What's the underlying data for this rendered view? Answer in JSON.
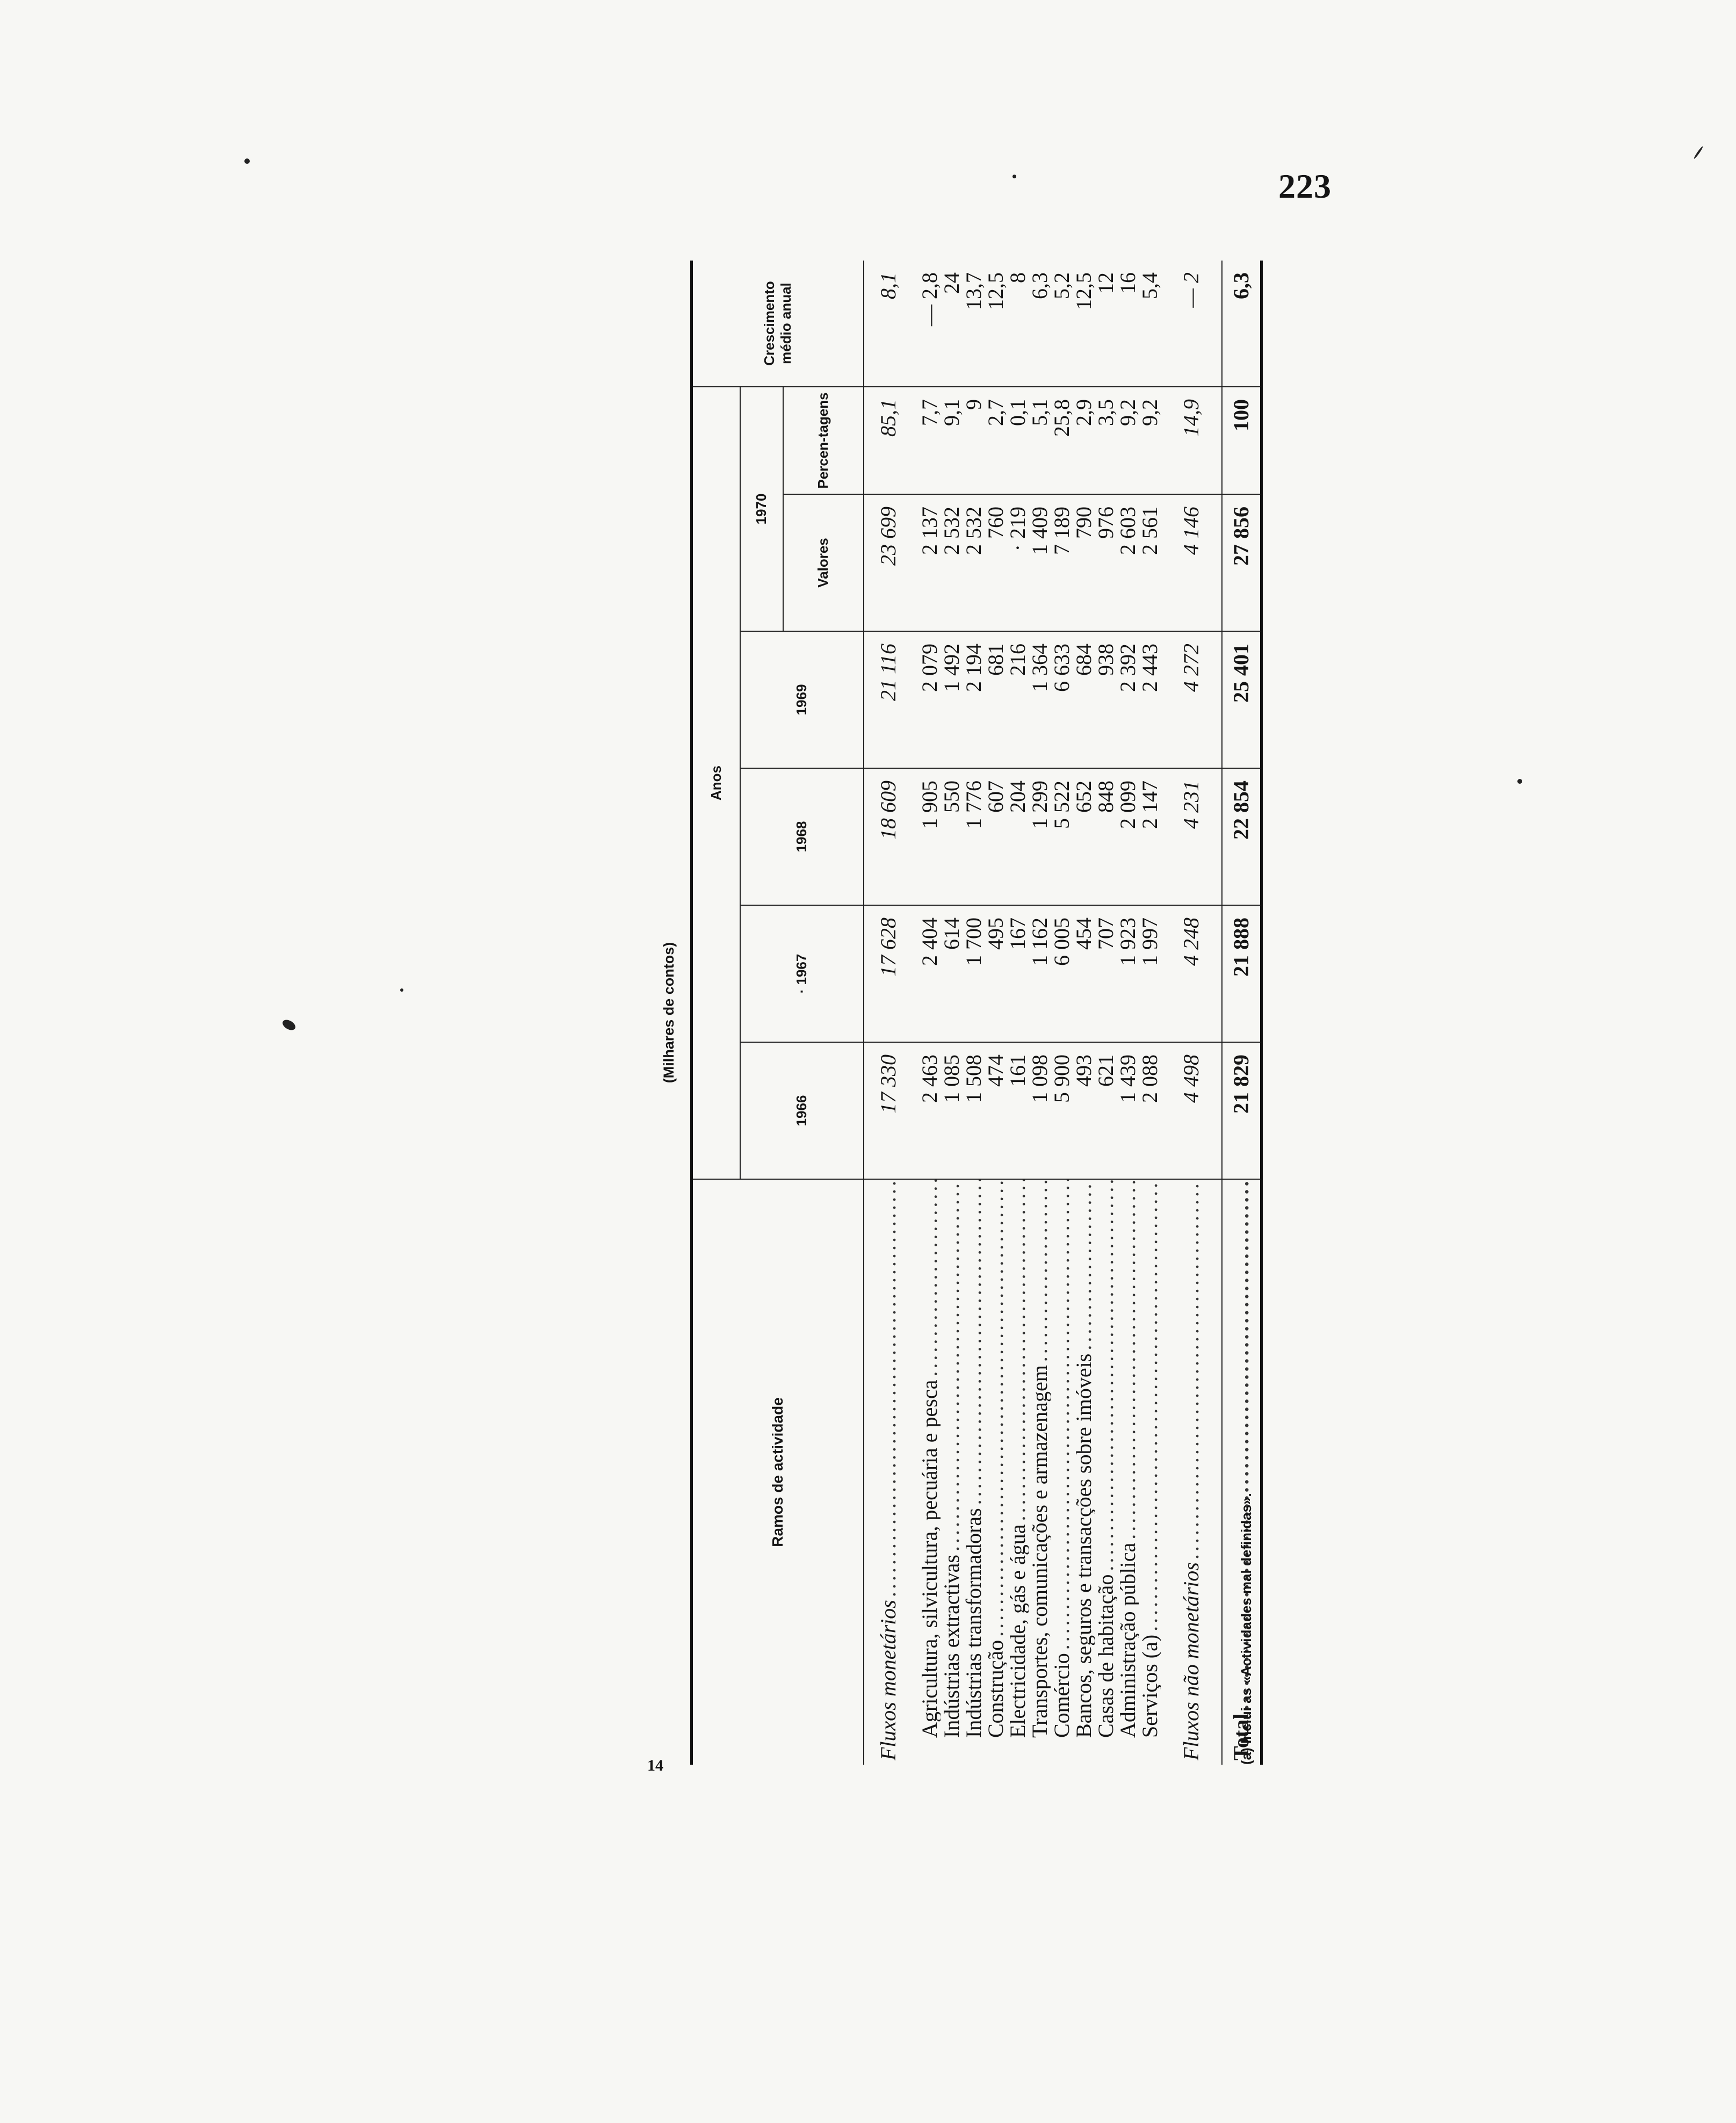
{
  "page_number": "223",
  "margin_number": "14",
  "units_caption": "(Milhares de contos)",
  "header": {
    "branch": "Ramos de actividade",
    "years_group": "Anos",
    "y1966": "1966",
    "y1967": "· 1967",
    "y1968": "1968",
    "y1969": "1969",
    "y1970": "1970",
    "values": "Valores",
    "percent": "Percen-tagens",
    "growth": "Crescimento médio anual"
  },
  "rows": {
    "fluxos_monetarios": {
      "label": "Fluxos monetários",
      "c1966": "17 330",
      "c1967": "17 628",
      "c1968": "18 609",
      "c1969": "21 116",
      "c1970v": "23 699",
      "c1970p": "85,1",
      "growth": "8,1"
    },
    "agricultura": {
      "label": "Agricultura, silvicultura, pecuária e pesca",
      "c1966": "2 463",
      "c1967": "2 404",
      "c1968": "1 905",
      "c1969": "2 079",
      "c1970v": "2 137",
      "c1970p": "7,7",
      "growth": "— 2,8"
    },
    "extractivas": {
      "label": "Indústrias extractivas",
      "c1966": "1 085",
      "c1967": "614",
      "c1968": "550",
      "c1969": "1 492",
      "c1970v": "2 532",
      "c1970p": "9,1",
      "growth": "24"
    },
    "transformadoras": {
      "label": "Indústrias transformadoras",
      "c1966": "1 508",
      "c1967": "1 700",
      "c1968": "1 776",
      "c1969": "2 194",
      "c1970v": "2 532",
      "c1970p": "9",
      "growth": "13,7"
    },
    "construcao": {
      "label": "Construção",
      "c1966": "474",
      "c1967": "495",
      "c1968": "607",
      "c1969": "681",
      "c1970v": "760",
      "c1970p": "2,7",
      "growth": "12,5"
    },
    "electricidade": {
      "label": "Electricidade, gás e água",
      "c1966": "161",
      "c1967": "167",
      "c1968": "204",
      "c1969": "216",
      "c1970v": "· 219",
      "c1970p": "0,1",
      "growth": "8"
    },
    "transportes": {
      "label": "Transportes, comunicações e armazenagem",
      "c1966": "1 098",
      "c1967": "1 162",
      "c1968": "1 299",
      "c1969": "1 364",
      "c1970v": "1 409",
      "c1970p": "5,1",
      "growth": "6,3"
    },
    "comercio": {
      "label": "Comércio",
      "c1966": "5 900",
      "c1967": "6 005",
      "c1968": "5 522",
      "c1969": "6 633",
      "c1970v": "7 189",
      "c1970p": "25,8",
      "growth": "5,2"
    },
    "bancos": {
      "label": "Bancos, seguros e transacções sobre imóveis",
      "c1966": "493",
      "c1967": "454",
      "c1968": "652",
      "c1969": "684",
      "c1970v": "790",
      "c1970p": "2,9",
      "growth": "12,5"
    },
    "habitacao": {
      "label": "Casas de habitação",
      "c1966": "621",
      "c1967": "707",
      "c1968": "848",
      "c1969": "938",
      "c1970v": "976",
      "c1970p": "3,5",
      "growth": "12"
    },
    "administracao": {
      "label": "Administração pública",
      "c1966": "1 439",
      "c1967": "1 923",
      "c1968": "2 099",
      "c1969": "2 392",
      "c1970v": "2 603",
      "c1970p": "9,2",
      "growth": "16"
    },
    "servicos": {
      "label": "Serviços (a)",
      "c1966": "2 088",
      "c1967": "1 997",
      "c1968": "2 147",
      "c1969": "2 443",
      "c1970v": "2 561",
      "c1970p": "9,2",
      "growth": "5,4"
    },
    "nao_monetarios": {
      "label": "Fluxos não monetários",
      "c1966": "4 498",
      "c1967": "4 248",
      "c1968": "4 231",
      "c1969": "4 272",
      "c1970v": "4 146",
      "c1970p": "14,9",
      "growth": "— 2"
    },
    "total": {
      "label": "Total",
      "c1966": "21 829",
      "c1967": "21 888",
      "c1968": "22 854",
      "c1969": "25 401",
      "c1970v": "27 856",
      "c1970p": "100",
      "growth": "6,3"
    }
  },
  "footnote": "(a) Inclui as «Actividades mal definidas»."
}
